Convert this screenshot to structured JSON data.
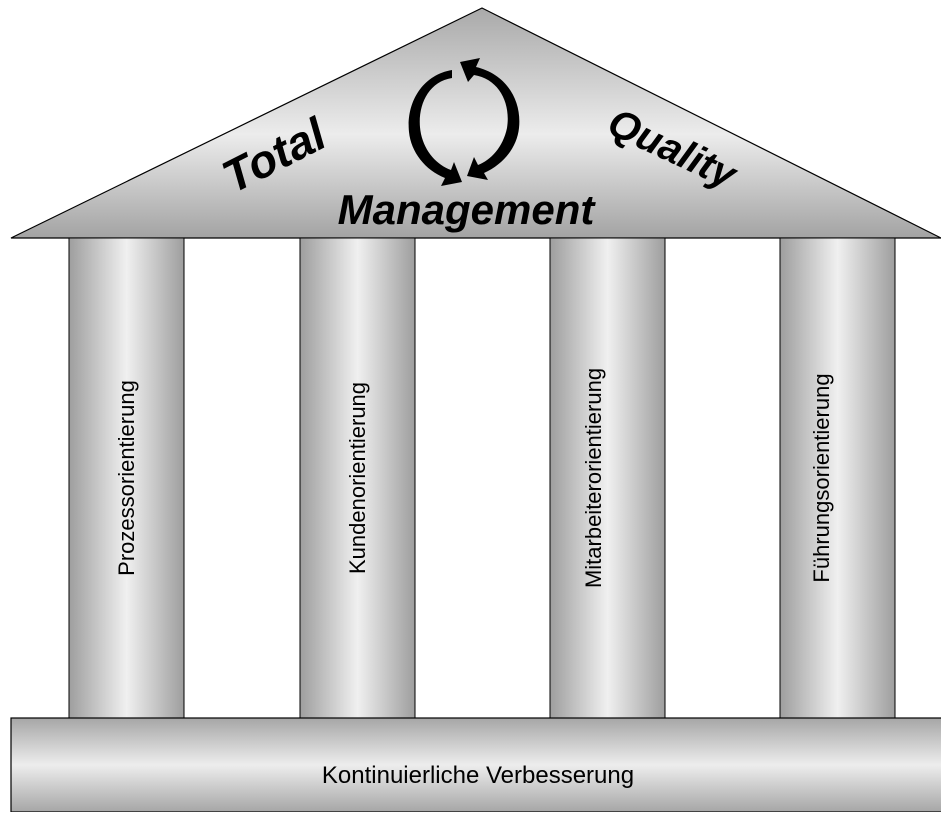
{
  "roof": {
    "word_left": "Total",
    "word_right": "Quality",
    "word_bottom": "Management",
    "cycle_icon": "refresh-cycle-icon"
  },
  "pillars": [
    {
      "label": "Prozessorientierung"
    },
    {
      "label": "Kundenorientierung"
    },
    {
      "label": "Mitarbeiterorientierung"
    },
    {
      "label": "Führungsorientierung"
    }
  ],
  "foundation": {
    "label": "Kontinuierliche Verbesserung"
  },
  "colors": {
    "stroke": "#000000",
    "gray_dark": "#a6a6a6",
    "gray_light": "#f2f2f2"
  }
}
